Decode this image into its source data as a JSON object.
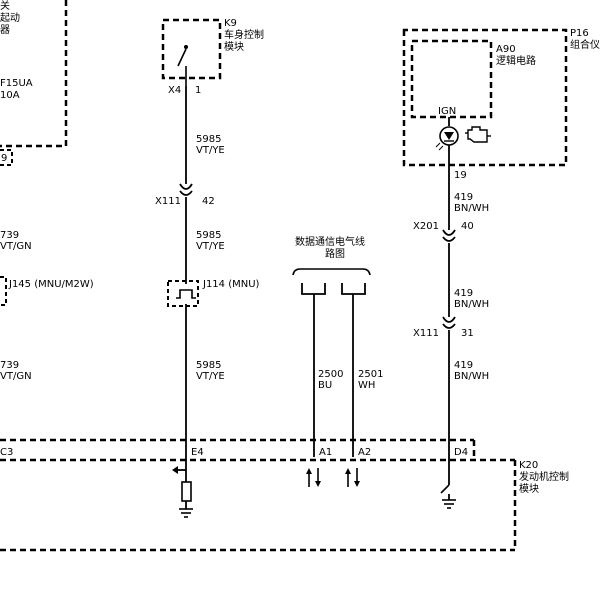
{
  "left_block": {
    "top_lines": [
      "关",
      "起动",
      "器"
    ],
    "fuse_name": "F15UA",
    "fuse_rating": "10A",
    "bottom_pin": "9"
  },
  "left_wires": [
    {
      "circuit": "739",
      "color": "VT/GN"
    },
    {
      "circuit": "739",
      "color": "VT/GN"
    }
  ],
  "j145": {
    "label": "J145 (MNU/M2W)"
  },
  "k9": {
    "code": "K9",
    "name_lines": [
      "车身控制",
      "模块"
    ],
    "connector": "X4",
    "pin": "1"
  },
  "wire_5985": {
    "segments": [
      {
        "circuit": "5985",
        "color": "VT/YE"
      },
      {
        "circuit": "5985",
        "color": "VT/YE"
      },
      {
        "circuit": "5985",
        "color": "VT/YE"
      }
    ],
    "connector": "X111",
    "pin": "42"
  },
  "j114": {
    "label": "J114 (MNU)"
  },
  "data_comm": {
    "title_lines": [
      "数据通信电气线",
      "路图"
    ],
    "wires": [
      {
        "circuit": "2500",
        "color": "BU",
        "pin": "A1"
      },
      {
        "circuit": "2501",
        "color": "WH",
        "pin": "A2"
      }
    ]
  },
  "p16": {
    "code": "P16",
    "name": "组合仪",
    "a90": {
      "code": "A90",
      "name": "逻辑电路"
    },
    "ign": "IGN",
    "pin": "19"
  },
  "wire_419": {
    "segments": [
      {
        "circuit": "419",
        "color": "BN/WH"
      },
      {
        "circuit": "419",
        "color": "BN/WH"
      },
      {
        "circuit": "419",
        "color": "BN/WH"
      }
    ],
    "connectors": [
      {
        "name": "X201",
        "pin": "40"
      },
      {
        "name": "X111",
        "pin": "31"
      }
    ]
  },
  "k20": {
    "code": "K20",
    "name_lines": [
      "发动机控制",
      "模块"
    ],
    "pins": [
      "C3",
      "E4",
      "A1",
      "A2",
      "D4"
    ]
  }
}
